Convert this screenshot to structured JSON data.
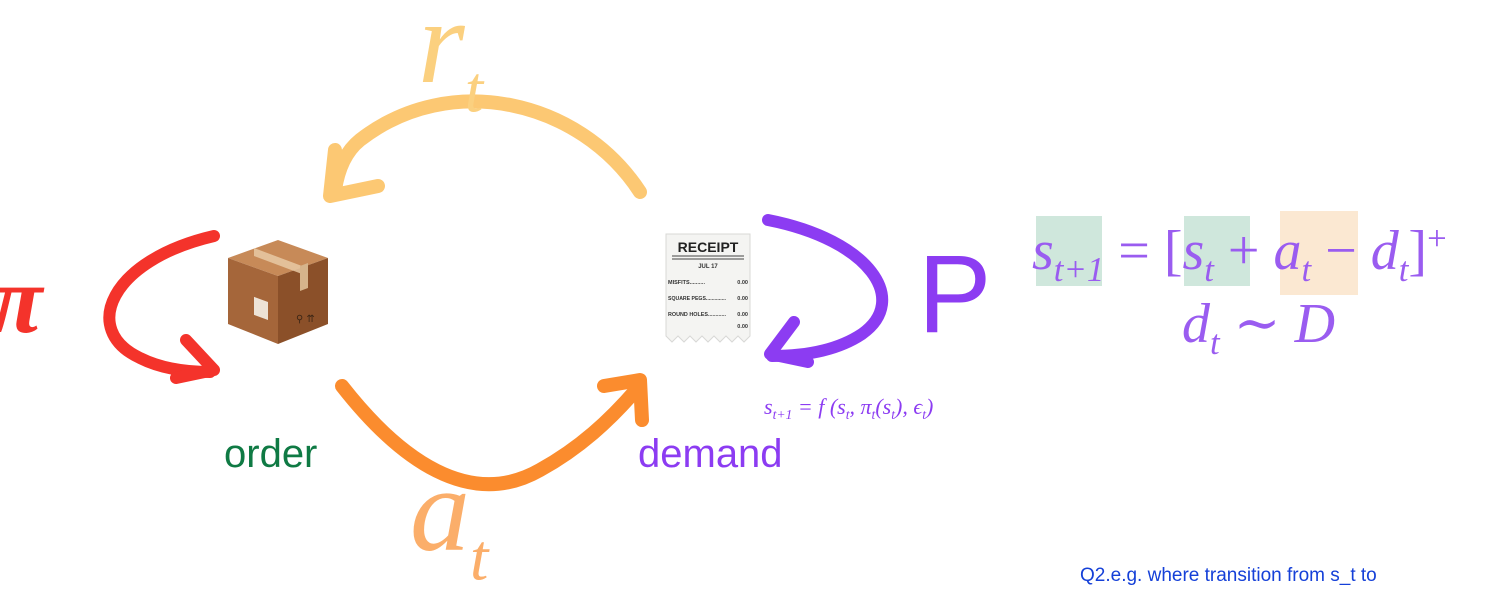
{
  "labels": {
    "reward": {
      "base": "r",
      "sub": "t"
    },
    "action": {
      "base": "a",
      "sub": "t"
    },
    "policy": "π",
    "transition": "P",
    "order": "order",
    "demand": "demand"
  },
  "transition_formula": {
    "lhs": "s",
    "lhs_sub": "t+1",
    "eq": " = f (",
    "s": "s",
    "s_sub": "t",
    "comma1": ", ",
    "pi": "π",
    "pi_sub": "t",
    "paren_arg": "(s",
    "arg_sub": "t",
    "close_arg": "), ",
    "eps": "ϵ",
    "eps_sub": "t",
    "close": ")"
  },
  "inventory_equation": {
    "lhs": "s",
    "lhs_sub": "t+1",
    "eq": " = [",
    "s": "s",
    "s_sub": "t",
    "plus": " + ",
    "a": "a",
    "a_sub": "t",
    "minus": " − ",
    "d": "d",
    "d_sub": "t",
    "close": "]",
    "sup": "+"
  },
  "demand_equation": {
    "d": "d",
    "d_sub": "t",
    "tilde": " ∼ ",
    "dist": "D"
  },
  "receipt": {
    "title": "RECEIPT",
    "date": "JUL 17",
    "lines": [
      {
        "item": "MISFITS..........",
        "amount": "0.00"
      },
      {
        "item": "SQUARE PEGS..............",
        "amount": "0.00"
      },
      {
        "item": "ROUND HOLES............",
        "amount": "0.00"
      }
    ],
    "total": "0.00"
  },
  "note": "Q2.e.g. where transition from s_t to",
  "colors": {
    "reward": "#fbd07f",
    "action": "#fb8c2e",
    "policy": "#f4332b",
    "transition": "#8c3cf2",
    "order": "#0f7a44",
    "note": "#1540d8"
  },
  "icons": [
    "package-box-icon",
    "receipt-icon"
  ]
}
